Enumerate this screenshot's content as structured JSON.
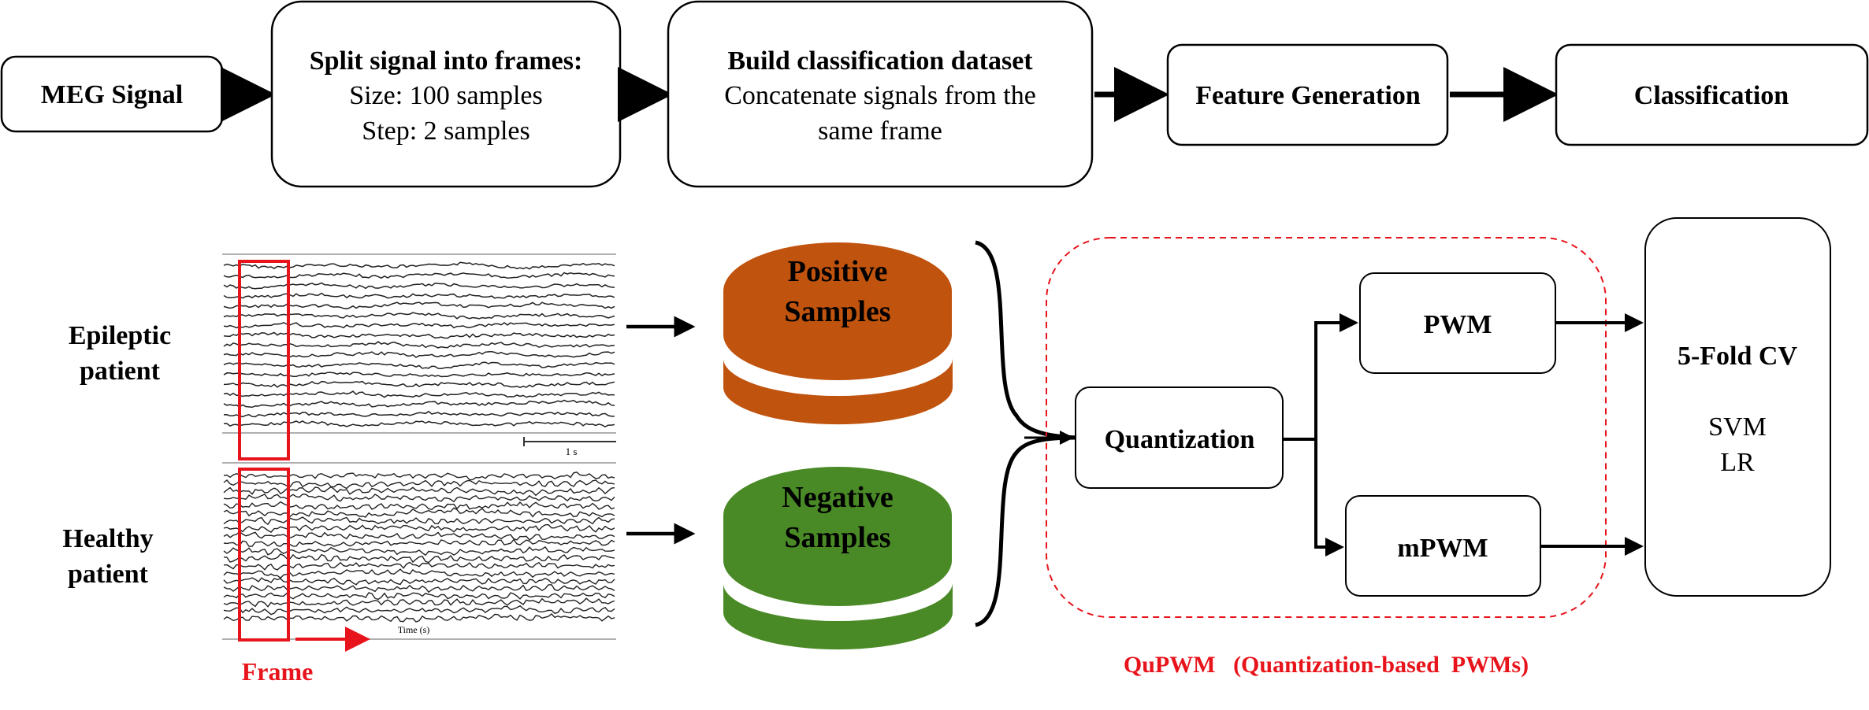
{
  "pipeline": {
    "meg_signal": "MEG Signal",
    "split_title": "Split signal into frames:",
    "split_size": "Size: 100 samples",
    "split_step": "Step: 2 samples",
    "build_title": "Build classification dataset",
    "build_line1": "Concatenate signals from the",
    "build_line2": "same frame",
    "feature_generation": "Feature Generation",
    "classification": "Classification"
  },
  "patients": {
    "epileptic_line1": "Epileptic",
    "epileptic_line2": "patient",
    "healthy_line1": "Healthy",
    "healthy_line2": "patient",
    "scale_label": "1 s",
    "time_axis_label": "Time (s)",
    "frame_label": "Frame"
  },
  "samples": {
    "positive_line1": "Positive",
    "positive_line2": "Samples",
    "negative_line1": "Negative",
    "negative_line2": "Samples"
  },
  "features": {
    "quantization": "Quantization",
    "pwm": "PWM",
    "mpwm": "mPWM",
    "qupwm_caption": "QuPWM   (Quantization-based  PWMs)"
  },
  "classifier": {
    "title": "5-Fold CV",
    "method1": "SVM",
    "method2": "LR"
  },
  "colors": {
    "positive": "#c0530e",
    "negative": "#4a8a26",
    "highlight": "#e8141b",
    "stroke": "#000000"
  }
}
